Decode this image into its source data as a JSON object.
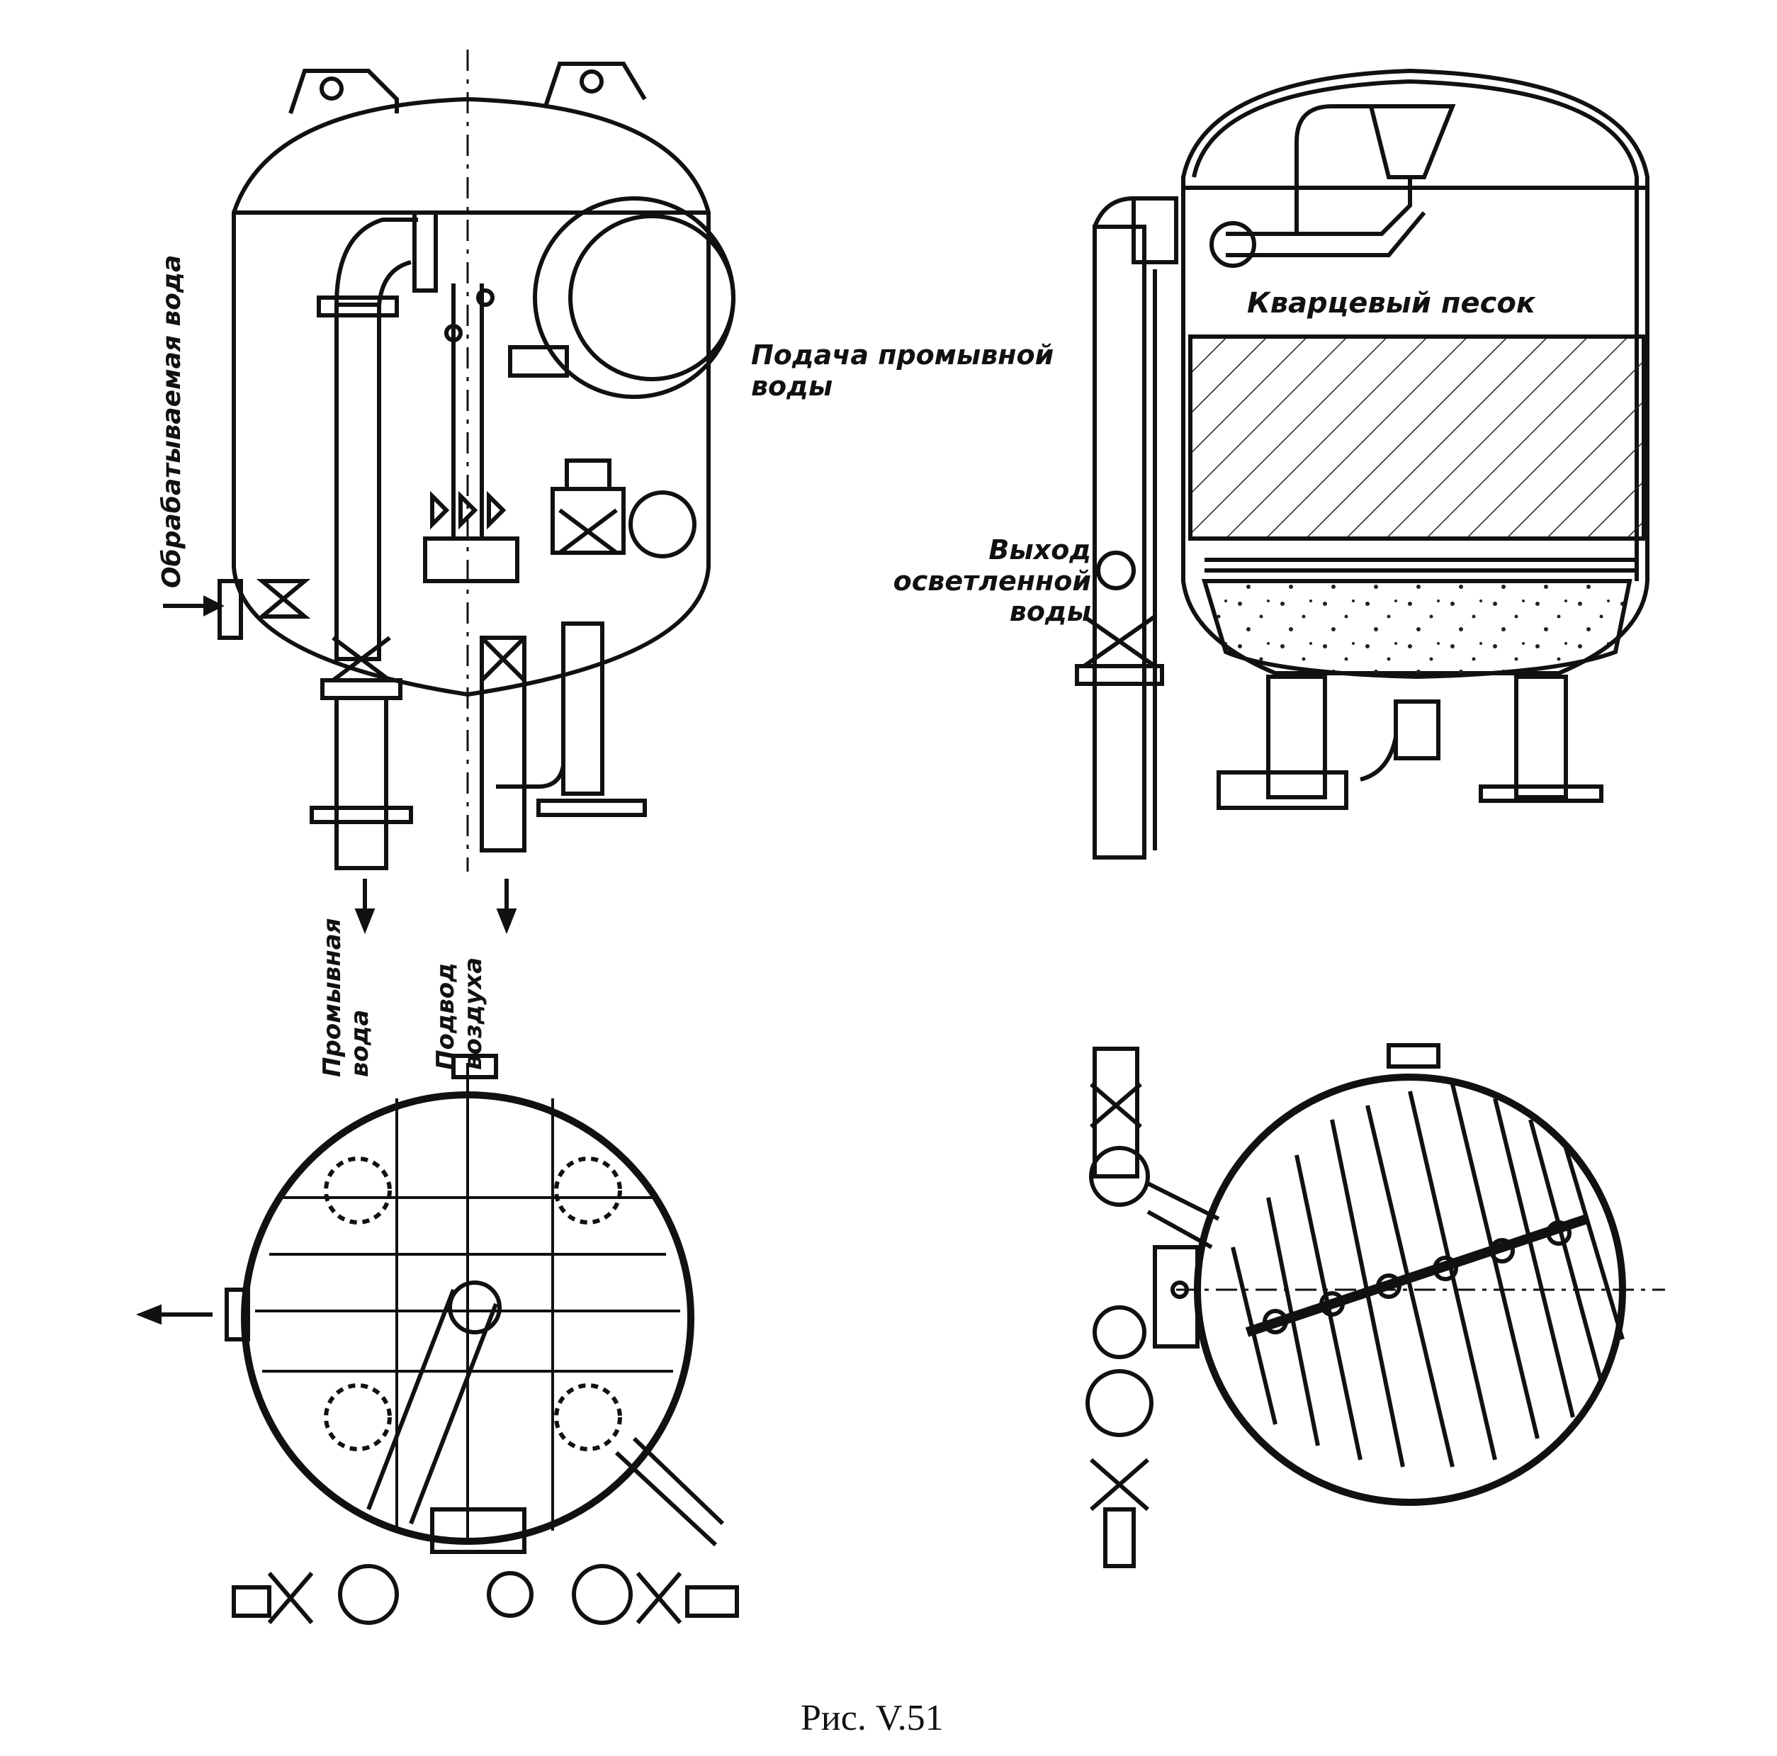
{
  "labels": {
    "treated_water": "Обрабатываемая вода",
    "wash_water_supply": "Подача промывной воды",
    "clarified_water_outlet": "Выход осветленной воды",
    "wash_water": "Промывная вода",
    "air_supply": "Подвод воздуха",
    "quartz_sand": "Кварцевый песок"
  },
  "caption": "Рис. V.51",
  "colors": {
    "ink": "#111111",
    "paper": "#ffffff"
  }
}
